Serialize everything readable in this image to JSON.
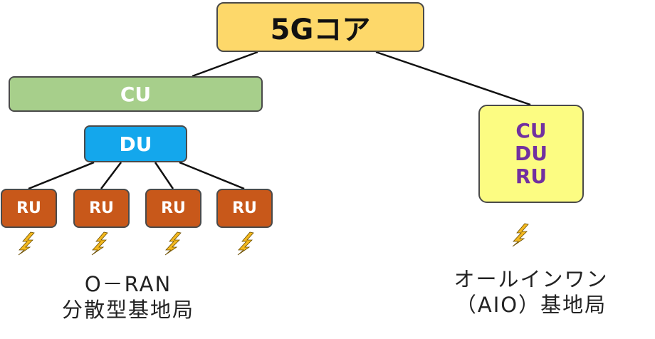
{
  "core": {
    "label": "5Gコア"
  },
  "oran": {
    "cu_label": "CU",
    "du_label": "DU",
    "ru_labels": [
      "RU",
      "RU",
      "RU",
      "RU"
    ],
    "caption_line1": "O－RAN",
    "caption_line2": "分散型基地局"
  },
  "aio": {
    "lines": [
      "CU",
      "DU",
      "RU"
    ],
    "caption_line1": "オールインワン",
    "caption_line2": "（AIO）基地局"
  },
  "icons": [
    "antenna-bolt-icon"
  ],
  "colors": {
    "core": "#fdd86a",
    "cu": "#a7cf8b",
    "du": "#14a7ec",
    "ru": "#c8581a",
    "aio": "#fcfc82",
    "aio_text": "#7230a0",
    "bolt": "#f3b81f"
  }
}
